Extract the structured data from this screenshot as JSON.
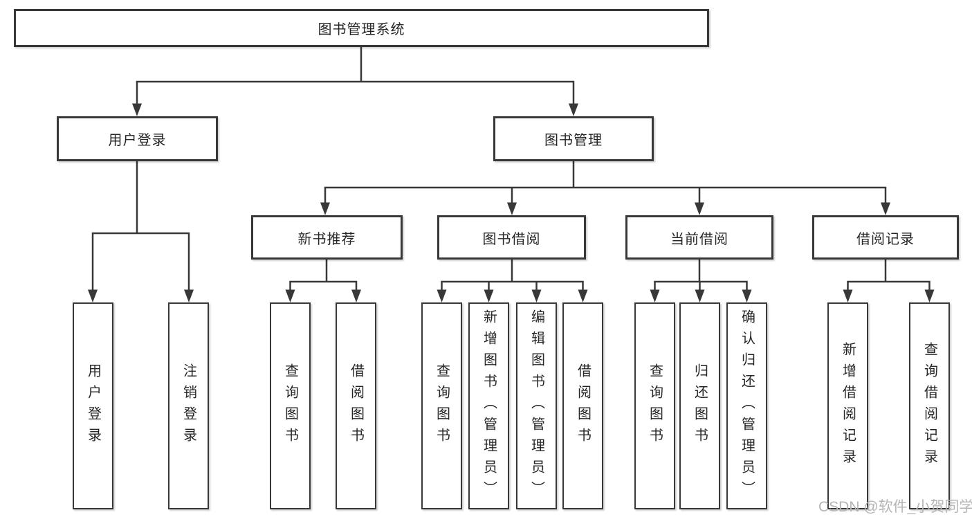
{
  "diagram": {
    "root": "图书管理系统",
    "branches": [
      {
        "label": "用户登录",
        "children": [
          "用户登录",
          "注销登录"
        ]
      },
      {
        "label": "图书管理",
        "sections": [
          {
            "label": "新书推荐",
            "children": [
              "查询图书",
              "借阅图书"
            ]
          },
          {
            "label": "图书借阅",
            "children": [
              "查询图书",
              "新增图书（管理员）",
              "编辑图书（管理员）",
              "借阅图书"
            ]
          },
          {
            "label": "当前借阅",
            "children": [
              "查询图书",
              "归还图书",
              "确认归还（管理员）"
            ]
          },
          {
            "label": "借阅记录",
            "children": [
              "新增借阅记录",
              "查询借阅记录"
            ]
          }
        ]
      }
    ]
  },
  "watermark": {
    "text": "CSDN @软件_小贺同学"
  },
  "colors": {
    "line": "#383838",
    "box_border": "#383838",
    "text": "#262626",
    "watermark": "#b5b5b5",
    "background": "#ffffff"
  }
}
